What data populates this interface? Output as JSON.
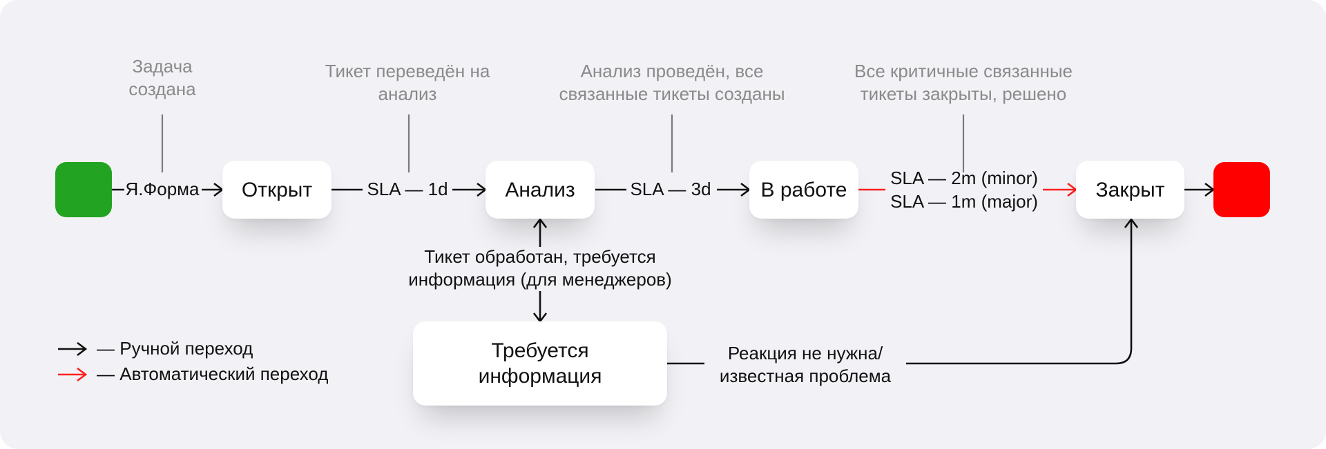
{
  "colors": {
    "background": "#f2f2f6",
    "start": "#22a322",
    "end": "#ff0000",
    "manual_arrow": "#111111",
    "auto_arrow": "#ff2020",
    "callout_text": "#8a8a8a"
  },
  "states": {
    "open": "Открыт",
    "analysis": "Анализ",
    "in_work": "В работе",
    "closed": "Закрыт",
    "info_needed": "Требуется информация"
  },
  "transitions": {
    "start_to_open": "Я.Форма",
    "open_to_analysis": "SLA — 1d",
    "analysis_to_work": "SLA — 3d",
    "work_to_closed_minor": "SLA — 2m (minor)",
    "work_to_closed_major": "SLA — 1m (major)",
    "analysis_info": "Тикет обработан, требуется информация (для менеджеров)",
    "info_to_closed": "Реакция не нужна/ известная проблема"
  },
  "callouts": {
    "task_created": "Задача создана",
    "moved_to_analysis": "Тикет переведён на анализ",
    "analysis_done": "Анализ проведён, все связанные тикеты созданы",
    "critical_closed": "Все критичные связанные тикеты закрыты, решено"
  },
  "legend": {
    "manual": "— Ручной переход",
    "auto": "— Автоматический переход"
  }
}
